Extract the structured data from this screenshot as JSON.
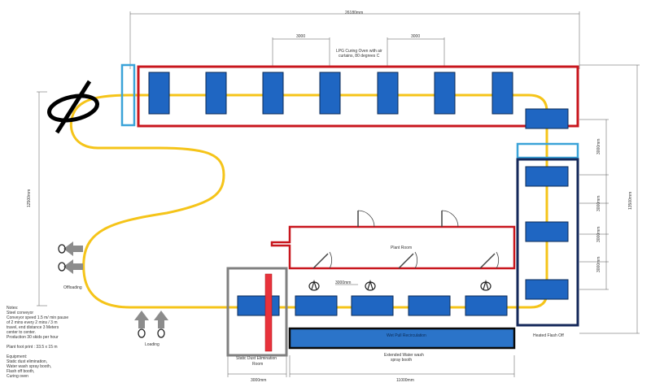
{
  "colors": {
    "conveyor": "#f5c419",
    "oven_border": "#c8161d",
    "carrier": "#1f66c2",
    "carrier_border": "#0b2a55",
    "flash_border": "#14285a",
    "light_blue": "#3aa3d8",
    "dust_room_border": "#808080",
    "dust_curtain": "#e8323c",
    "spray_belt": "#2b74c9",
    "dim_line": "#555555",
    "arrow_grey": "#8c8c8c"
  },
  "labels": {
    "overall_length": "26180mm",
    "pitch_left": "3000",
    "pitch_right": "3000",
    "oven_title_1": "LPG Curing Oven with air",
    "oven_title_2": "curtains, 80 degrees C",
    "left_height": "12500mm",
    "right_height": "13500mm",
    "right_segment_1": "3000mm",
    "right_segment_2": "3000mm",
    "right_segment_3": "3000mm",
    "right_segment_4": "3000mm",
    "flash_room": "Plant Room",
    "spray_pitch": "3000mm",
    "spray_belt_label": "Wet Pull Recirculation",
    "dust_room_1": "Static Dust Elimination",
    "dust_room_2": "Room",
    "spray_booth_1": "Extended Water wash",
    "spray_booth_2": "spray booth",
    "heated_flash_off": "Heated Flash Off",
    "offloading": "Offloading",
    "loading": "Loading",
    "dim_dust_room": "3000mm",
    "dim_spray_booth": "11000mm"
  },
  "notes": [
    "Notes:",
    "Steel conveyor",
    "Conveyor speed 1.5 m/ min pause",
    "of 2 mins every 2 mins / 3 m",
    "travel, end distance 3 Meters",
    "center to center.",
    "Production 30 skids per hour",
    "",
    "Plant foot print : 33.5 x 15 m",
    "",
    "Equipment:",
    "Static dust elimination,",
    "Water wash spray booth,",
    "Flash off booth,",
    "Curing oven"
  ]
}
